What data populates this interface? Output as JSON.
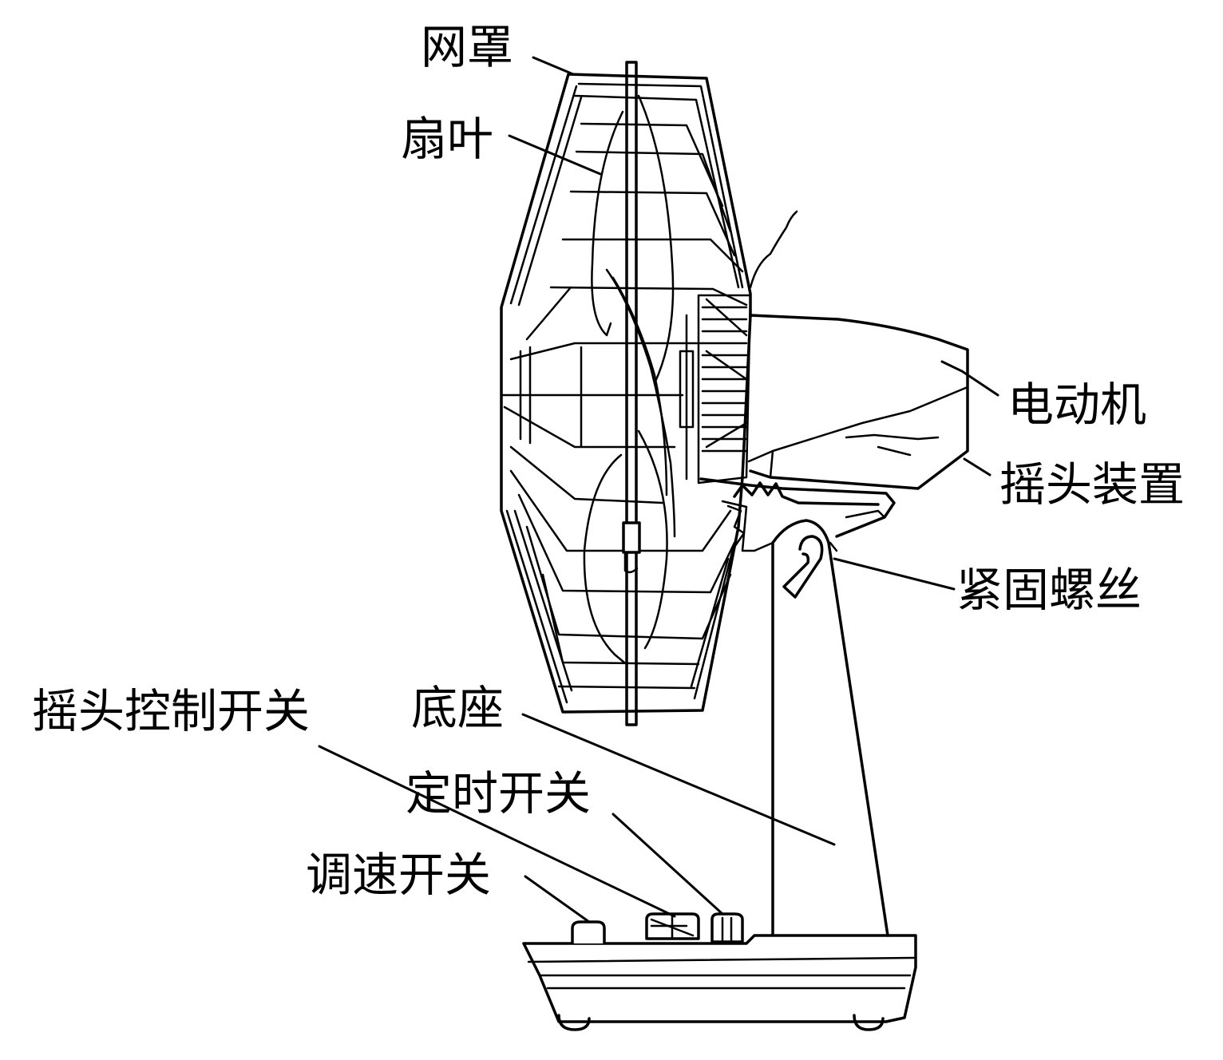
{
  "labels": {
    "guard": "网罩",
    "blade": "扇叶",
    "motor": "电动机",
    "oscillator": "摇头装置",
    "screw": "紧固螺丝",
    "oscillation_switch": "摇头控制开关",
    "base": "底座",
    "timer_switch": "定时开关",
    "speed_switch": "调速开关"
  }
}
